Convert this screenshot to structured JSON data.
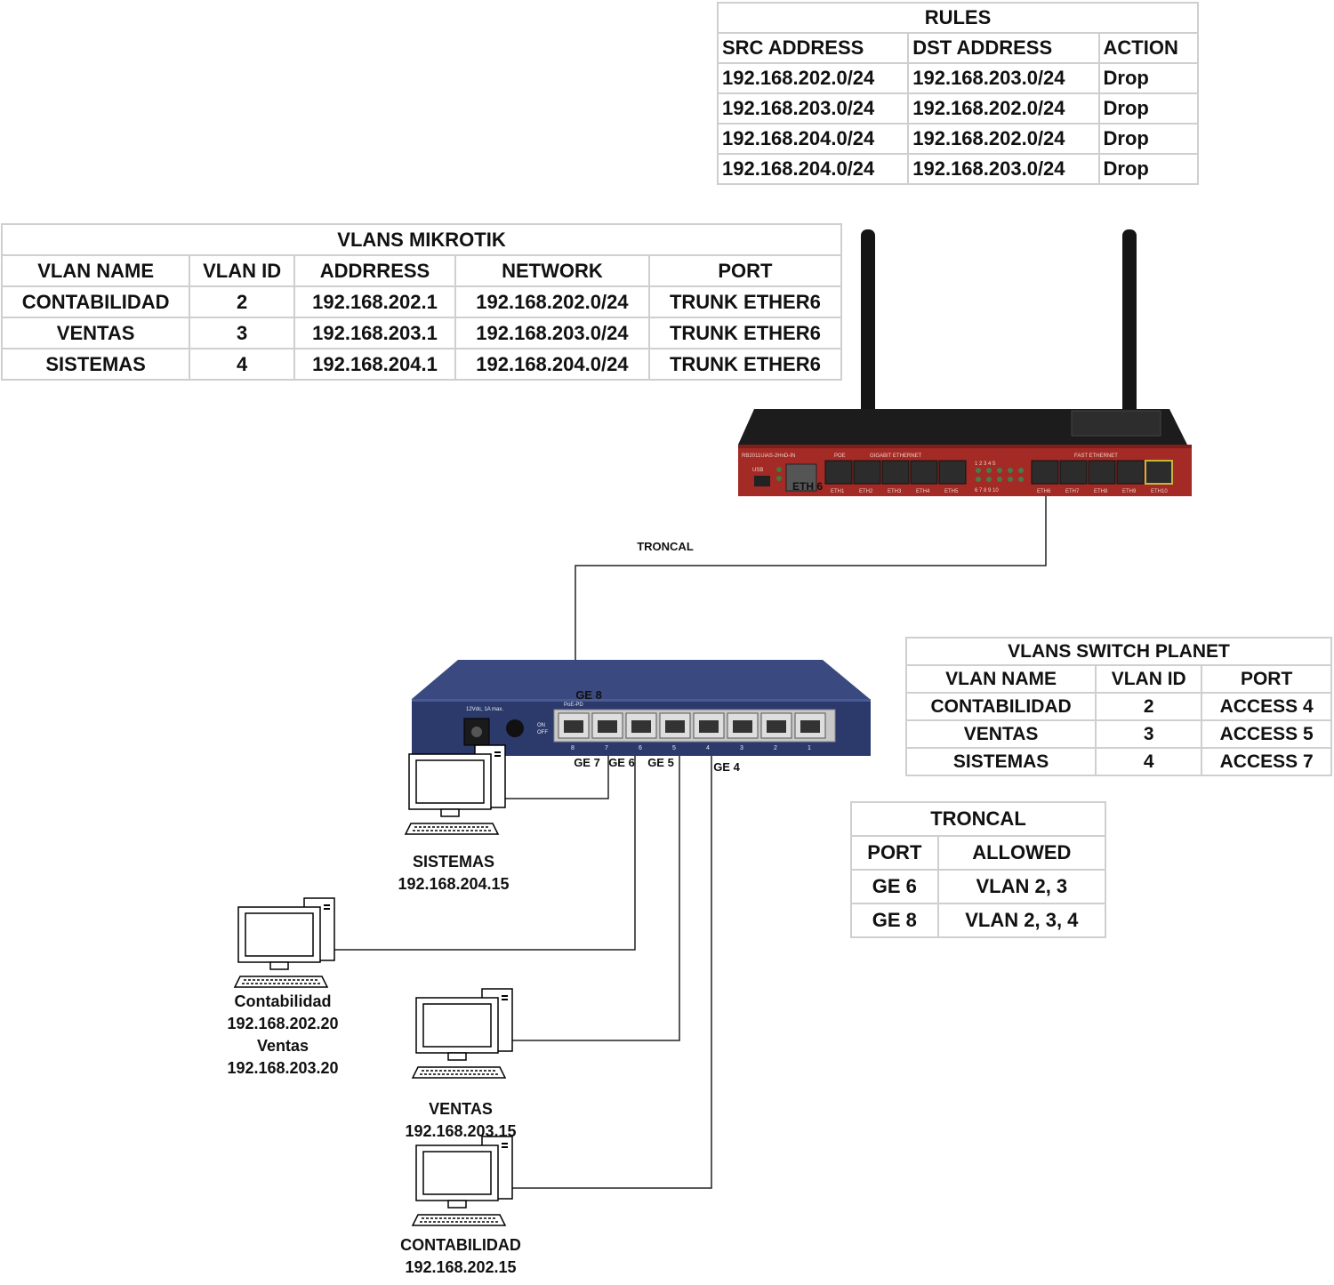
{
  "rules": {
    "title": "RULES",
    "columns": [
      "SRC ADDRESS",
      "DST ADDRESS",
      "ACTION"
    ],
    "rows": [
      [
        "192.168.202.0/24",
        "192.168.203.0/24",
        "Drop"
      ],
      [
        "192.168.203.0/24",
        "192.168.202.0/24",
        "Drop"
      ],
      [
        "192.168.204.0/24",
        "192.168.202.0/24",
        "Drop"
      ],
      [
        "192.168.204.0/24",
        "192.168.203.0/24",
        "Drop"
      ]
    ]
  },
  "vlans_mikrotik": {
    "title": "VLANS MIKROTIK",
    "columns": [
      "VLAN NAME",
      "VLAN ID",
      "ADDRRESS",
      "NETWORK",
      "PORT"
    ],
    "rows": [
      [
        "CONTABILIDAD",
        "2",
        "192.168.202.1",
        "192.168.202.0/24",
        "TRUNK ETHER6"
      ],
      [
        "VENTAS",
        "3",
        "192.168.203.1",
        "192.168.203.0/24",
        "TRUNK ETHER6"
      ],
      [
        "SISTEMAS",
        "4",
        "192.168.204.1",
        "192.168.204.0/24",
        "TRUNK ETHER6"
      ]
    ]
  },
  "vlans_switch": {
    "title": "VLANS SWITCH PLANET",
    "columns": [
      "VLAN NAME",
      "VLAN ID",
      "PORT"
    ],
    "rows": [
      [
        "CONTABILIDAD",
        "2",
        "ACCESS 4"
      ],
      [
        "VENTAS",
        "3",
        "ACCESS 5"
      ],
      [
        "SISTEMAS",
        "4",
        "ACCESS 7"
      ]
    ]
  },
  "troncal_table": {
    "title": "TRONCAL",
    "columns": [
      "PORT",
      "ALLOWED"
    ],
    "rows": [
      [
        "GE 6",
        "VLAN 2, 3"
      ],
      [
        "GE 8",
        "VLAN 2, 3, 4"
      ]
    ]
  },
  "router": {
    "model": "RB2011UiAS-2HnD-IN",
    "sections": {
      "poe": "POE",
      "gigabit": "GIGABIT ETHERNET",
      "fast": "FAST ETHERNET",
      "usb": "USB"
    },
    "ports": [
      "ETH1",
      "ETH2",
      "ETH3",
      "ETH4",
      "ETH5",
      "ETH6",
      "ETH7",
      "ETH8",
      "ETH9",
      "ETH10"
    ],
    "eth_label": "ETH 6",
    "led_numbers": [
      "1 2 3 4 5",
      "6 7 8 9 10"
    ],
    "colors": {
      "body": "#a32a25",
      "top": "#1c1c1c",
      "port": "#2c2c2c"
    }
  },
  "switch": {
    "power_label": "12Vdc, 1A max.",
    "on_label": "ON",
    "off_label": "OFF",
    "poe_label": "PoE-PD",
    "port_numbers": [
      "8",
      "7",
      "6",
      "5",
      "4",
      "3",
      "2",
      "1"
    ],
    "colors": {
      "body": "#2b3a6b",
      "top": "#3a4a80",
      "port": "#dedede"
    }
  },
  "links": {
    "troncal": "TRONCAL",
    "ge8": "GE 8",
    "ge7": "GE 7",
    "ge6": "GE 6",
    "ge5": "GE 5",
    "ge4": "GE 4"
  },
  "pcs": {
    "sistemas": [
      "SISTEMAS",
      "192.168.204.15"
    ],
    "multi": [
      "Contabilidad",
      "192.168.202.20",
      "Ventas",
      "192.168.203.20"
    ],
    "ventas": [
      "VENTAS",
      "192.168.203.15"
    ],
    "contabilidad": [
      "CONTABILIDAD",
      "192.168.202.15"
    ]
  }
}
